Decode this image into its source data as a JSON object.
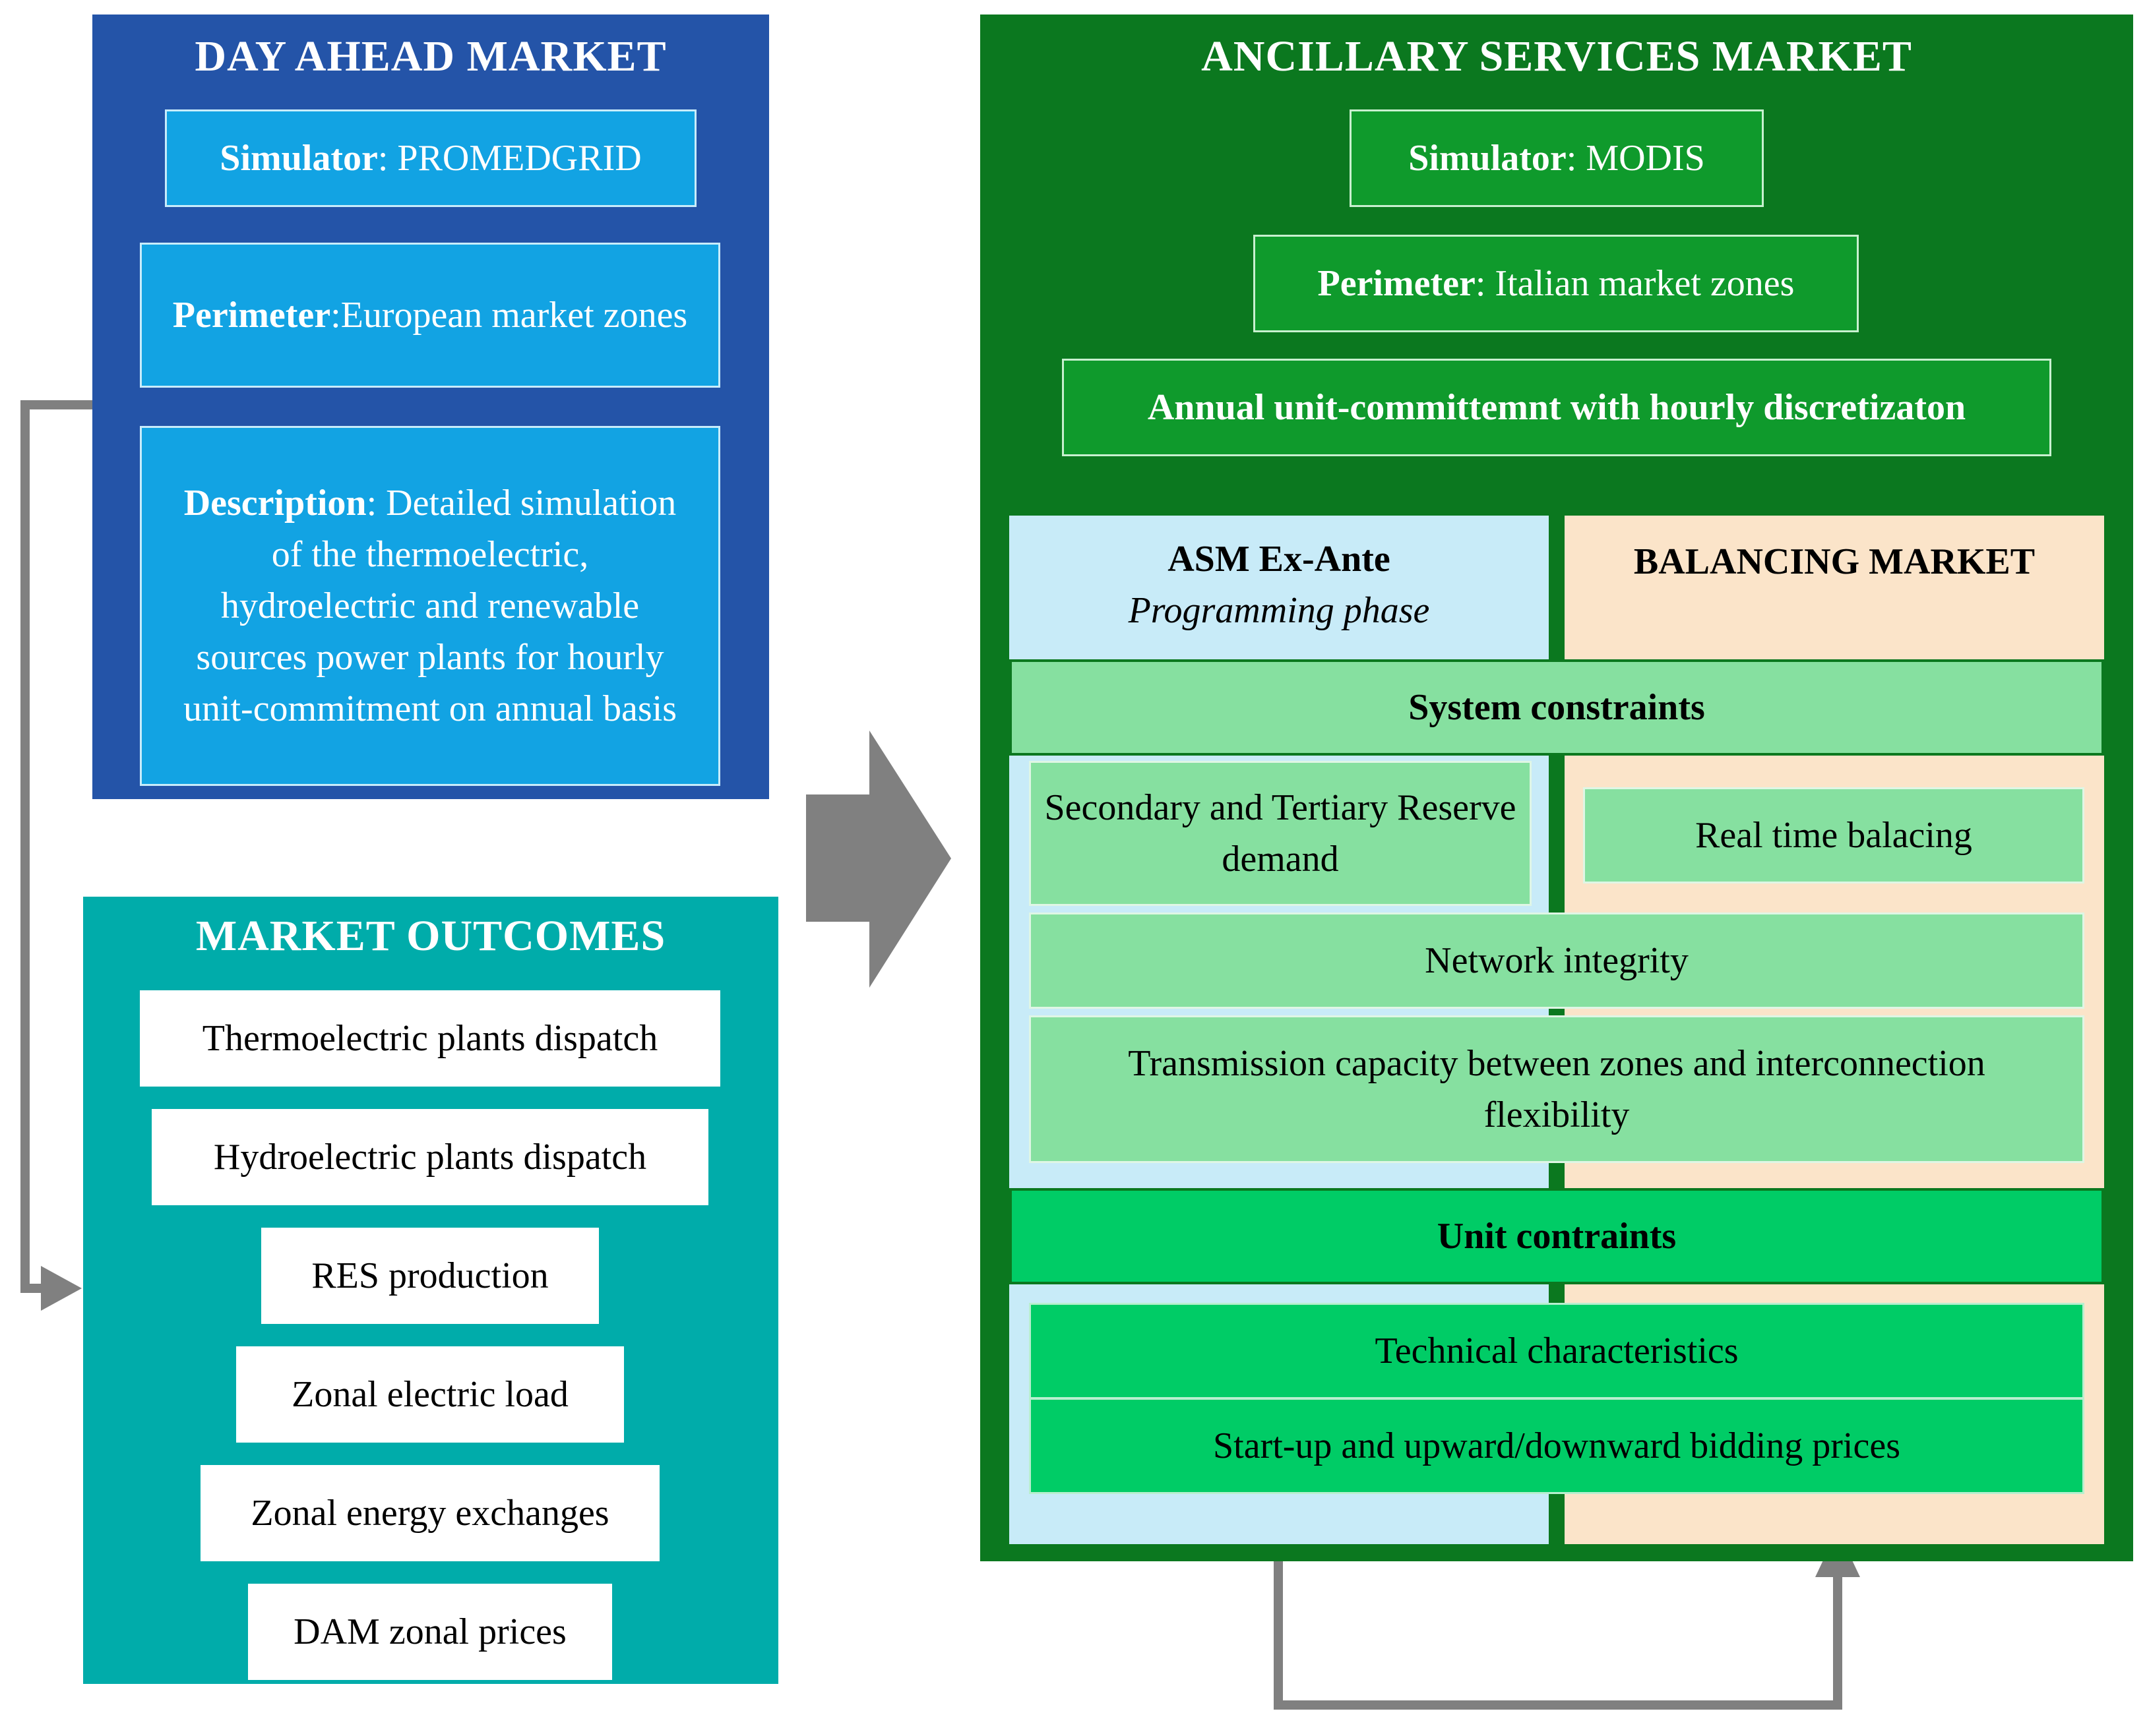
{
  "day_ahead": {
    "title": "DAY AHEAD MARKET",
    "simulator_label": "Simulator",
    "simulator_value": ": PROMEDGRID",
    "perimeter_label": "Perimeter",
    "perimeter_value": ":European market zones",
    "description_label": "Description",
    "description_value": ": Detailed simulation of the thermoelectric, hydroelectric and renewable sources power plants for hourly unit-commitment on annual basis"
  },
  "market_outcomes": {
    "title": "MARKET OUTCOMES",
    "items": [
      "Thermoelectric plants dispatch",
      "Hydroelectric plants dispatch",
      "RES production",
      "Zonal electric load",
      "Zonal energy exchanges",
      "DAM zonal prices"
    ]
  },
  "asm": {
    "title": "ANCILLARY SERVICES MARKET",
    "simulator_label": "Simulator",
    "simulator_value": ": MODIS",
    "perimeter_label": "Perimeter",
    "perimeter_value": ": Italian market zones",
    "commitment": "Annual unit-committemnt with hourly discretizaton",
    "ex_ante_title": "ASM Ex-Ante",
    "ex_ante_subtitle": "Programming phase",
    "balancing_title": "BALANCING MARKET",
    "system_constraints": "System constraints",
    "reserve_demand": "Secondary and Tertiary Reserve demand",
    "real_time": "Real time balacing",
    "network_integrity": "Network integrity",
    "transmission": "Transmission capacity between zones and interconnection flexibility",
    "unit_constraints": "Unit contraints",
    "technical": "Technical characteristics",
    "startup": "Start-up and upward/downward bidding prices"
  },
  "colors": {
    "day_ahead_bg": "#2454a8",
    "day_ahead_box": "#12a3e3",
    "outcomes_bg": "#00acaa",
    "asm_bg": "#0b781f",
    "ex_ante_bg": "#c8ebf8",
    "balancing_bg": "#fbe4c9",
    "constraint_light": "#86e0a0",
    "constraint_bright": "#00cc66",
    "connector": "#808080"
  }
}
